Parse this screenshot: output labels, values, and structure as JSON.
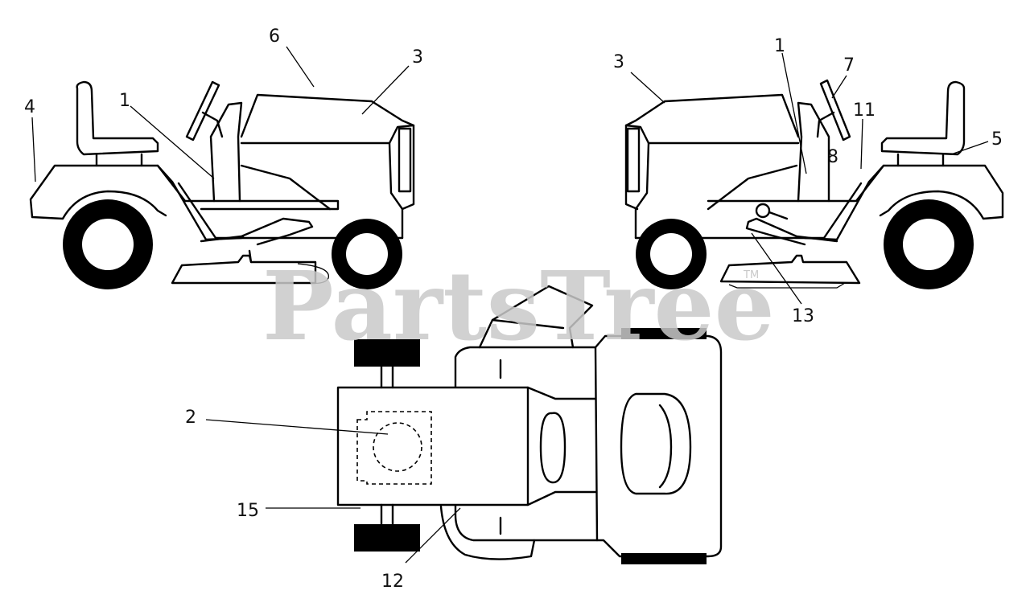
{
  "watermark": {
    "text": "PartsTree",
    "trademark": "TM"
  },
  "callouts": {
    "left_view": [
      "6",
      "3",
      "4",
      "1"
    ],
    "right_view": [
      "3",
      "1",
      "7",
      "11",
      "5",
      "8",
      "13"
    ],
    "top_view": [
      "2",
      "15",
      "12"
    ]
  },
  "colors": {
    "line": "#000000",
    "watermark": "#c9c9c9",
    "background": "#ffffff"
  }
}
